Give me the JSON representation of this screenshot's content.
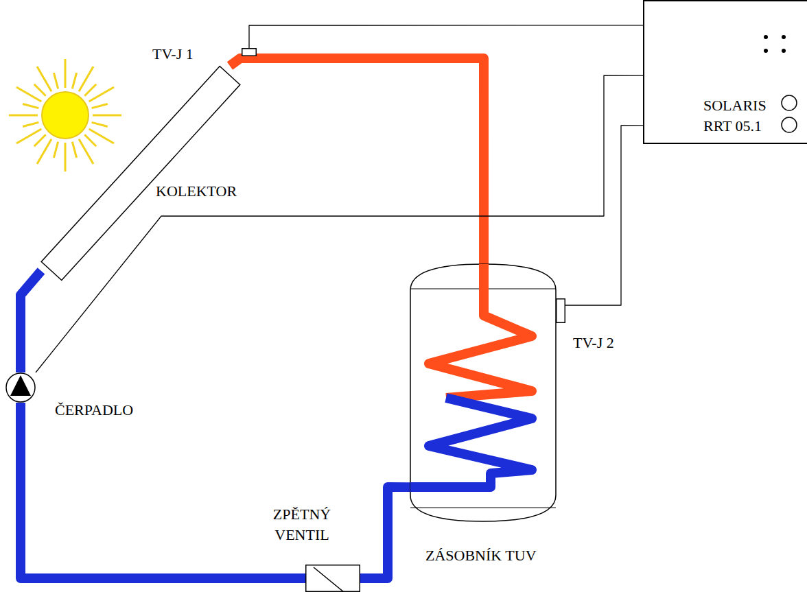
{
  "diagram": {
    "nodes": [
      {
        "text": [
          "KOLEKTOR"
        ]
      },
      {
        "text": [
          "TV-J 1"
        ]
      },
      {
        "text": [
          "SOLARIS RRT 05.1"
        ]
      },
      {
        "text": [
          "ČERPADLO"
        ]
      },
      {
        "text": [
          "TV-J 2"
        ]
      },
      {
        "text": [
          "ZÁSOBNÍK TUV"
        ]
      },
      {
        "text": [
          "ZPĚTNÝ VENTIL"
        ]
      }
    ],
    "edges": [
      {
        "from": 0,
        "to": 5,
        "arrow": "none"
      },
      {
        "from": 5,
        "to": 6,
        "arrow": "none"
      },
      {
        "from": 6,
        "to": 3,
        "arrow": "none"
      },
      {
        "from": 3,
        "to": 0,
        "arrow": "none"
      },
      {
        "from": 1,
        "to": 2,
        "arrow": "none"
      },
      {
        "from": 2,
        "to": 3,
        "arrow": "none"
      },
      {
        "from": 2,
        "to": 4,
        "arrow": "none"
      }
    ]
  }
}
